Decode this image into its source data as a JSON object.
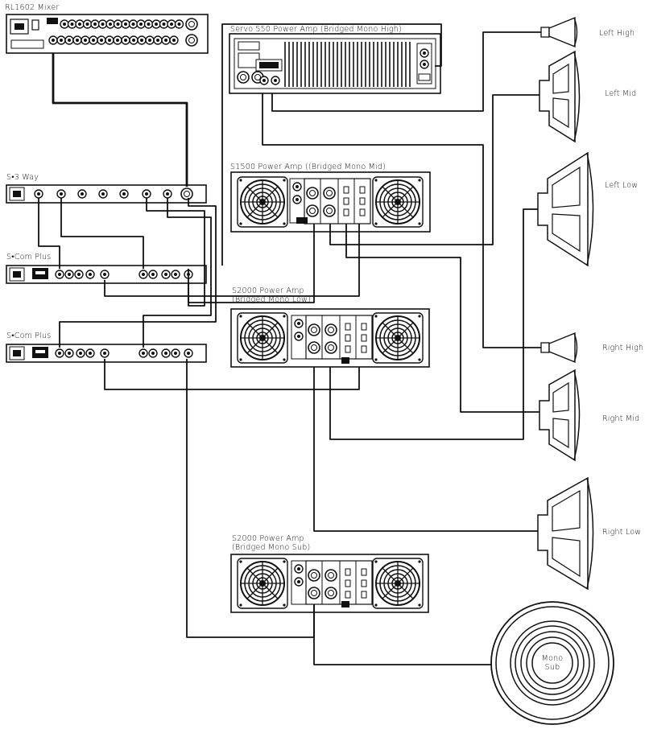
{
  "diagram": {
    "devices": {
      "mixer": "RL1602 Mixer",
      "crossover": "S•3 Way",
      "comp1": "S•Com Plus",
      "comp2": "S•Com Plus",
      "amp_high": "Servo 550 Power Amp (Bridged Mono High)",
      "amp_mid": "S1500 Power Amp ((Bridged Mono Mid)",
      "amp_low_line1": "S2000 Power Amp",
      "amp_low_line2": "(Bridged Mono Low)",
      "amp_sub_line1": "S2000 Power Amp",
      "amp_sub_line2": "(Bridged Mono Sub)"
    },
    "speakers": {
      "left_high": "Left High",
      "left_mid": "Left Mid",
      "left_low": "Left Low",
      "right_high": "Right High",
      "right_mid": "Right Mid",
      "right_low": "Right Low",
      "mono_sub_line1": "Mono",
      "mono_sub_line2": "Sub"
    }
  }
}
